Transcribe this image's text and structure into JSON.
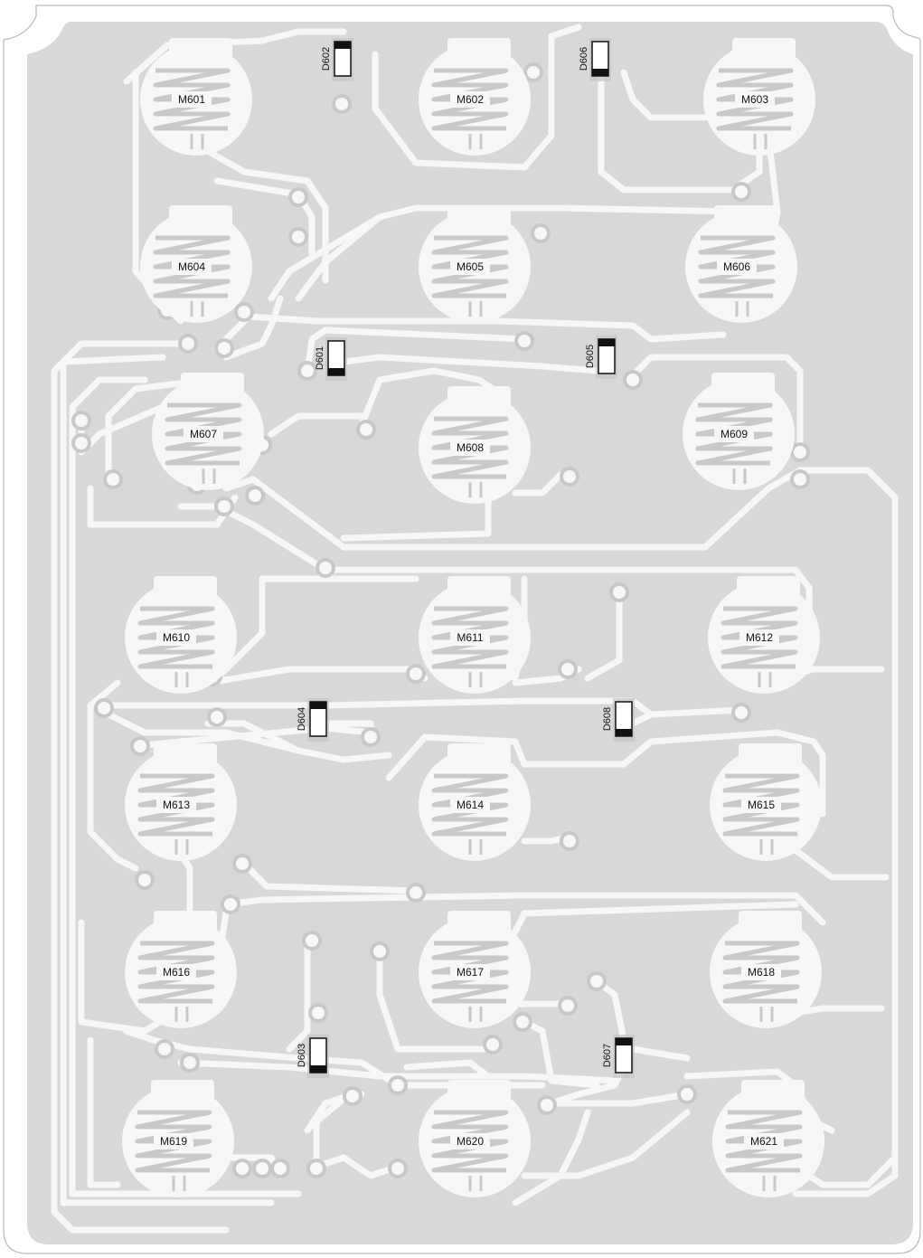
{
  "board": {
    "colors": {
      "outline": "#b9b9b9",
      "substrate": "#d8d8d8",
      "copper": "#f7f7f7",
      "meander": "#c9c9c9",
      "diode_body": "#ffffff",
      "diode_band": "#111111",
      "pad": "#c8c8c8",
      "text": "#111111"
    },
    "mosfets": [
      {
        "label": "M601"
      },
      {
        "label": "M602"
      },
      {
        "label": "M603"
      },
      {
        "label": "M604"
      },
      {
        "label": "M605"
      },
      {
        "label": "M606"
      },
      {
        "label": "M607"
      },
      {
        "label": "M608"
      },
      {
        "label": "M609"
      },
      {
        "label": "M610"
      },
      {
        "label": "M611"
      },
      {
        "label": "M612"
      },
      {
        "label": "M613"
      },
      {
        "label": "M614"
      },
      {
        "label": "M615"
      },
      {
        "label": "M616"
      },
      {
        "label": "M617"
      },
      {
        "label": "M618"
      },
      {
        "label": "M619"
      },
      {
        "label": "M620"
      },
      {
        "label": "M621"
      }
    ],
    "diodes": [
      {
        "label": "D601"
      },
      {
        "label": "D602"
      },
      {
        "label": "D603"
      },
      {
        "label": "D604"
      },
      {
        "label": "D605"
      },
      {
        "label": "D606"
      },
      {
        "label": "D607"
      },
      {
        "label": "D608"
      }
    ]
  }
}
